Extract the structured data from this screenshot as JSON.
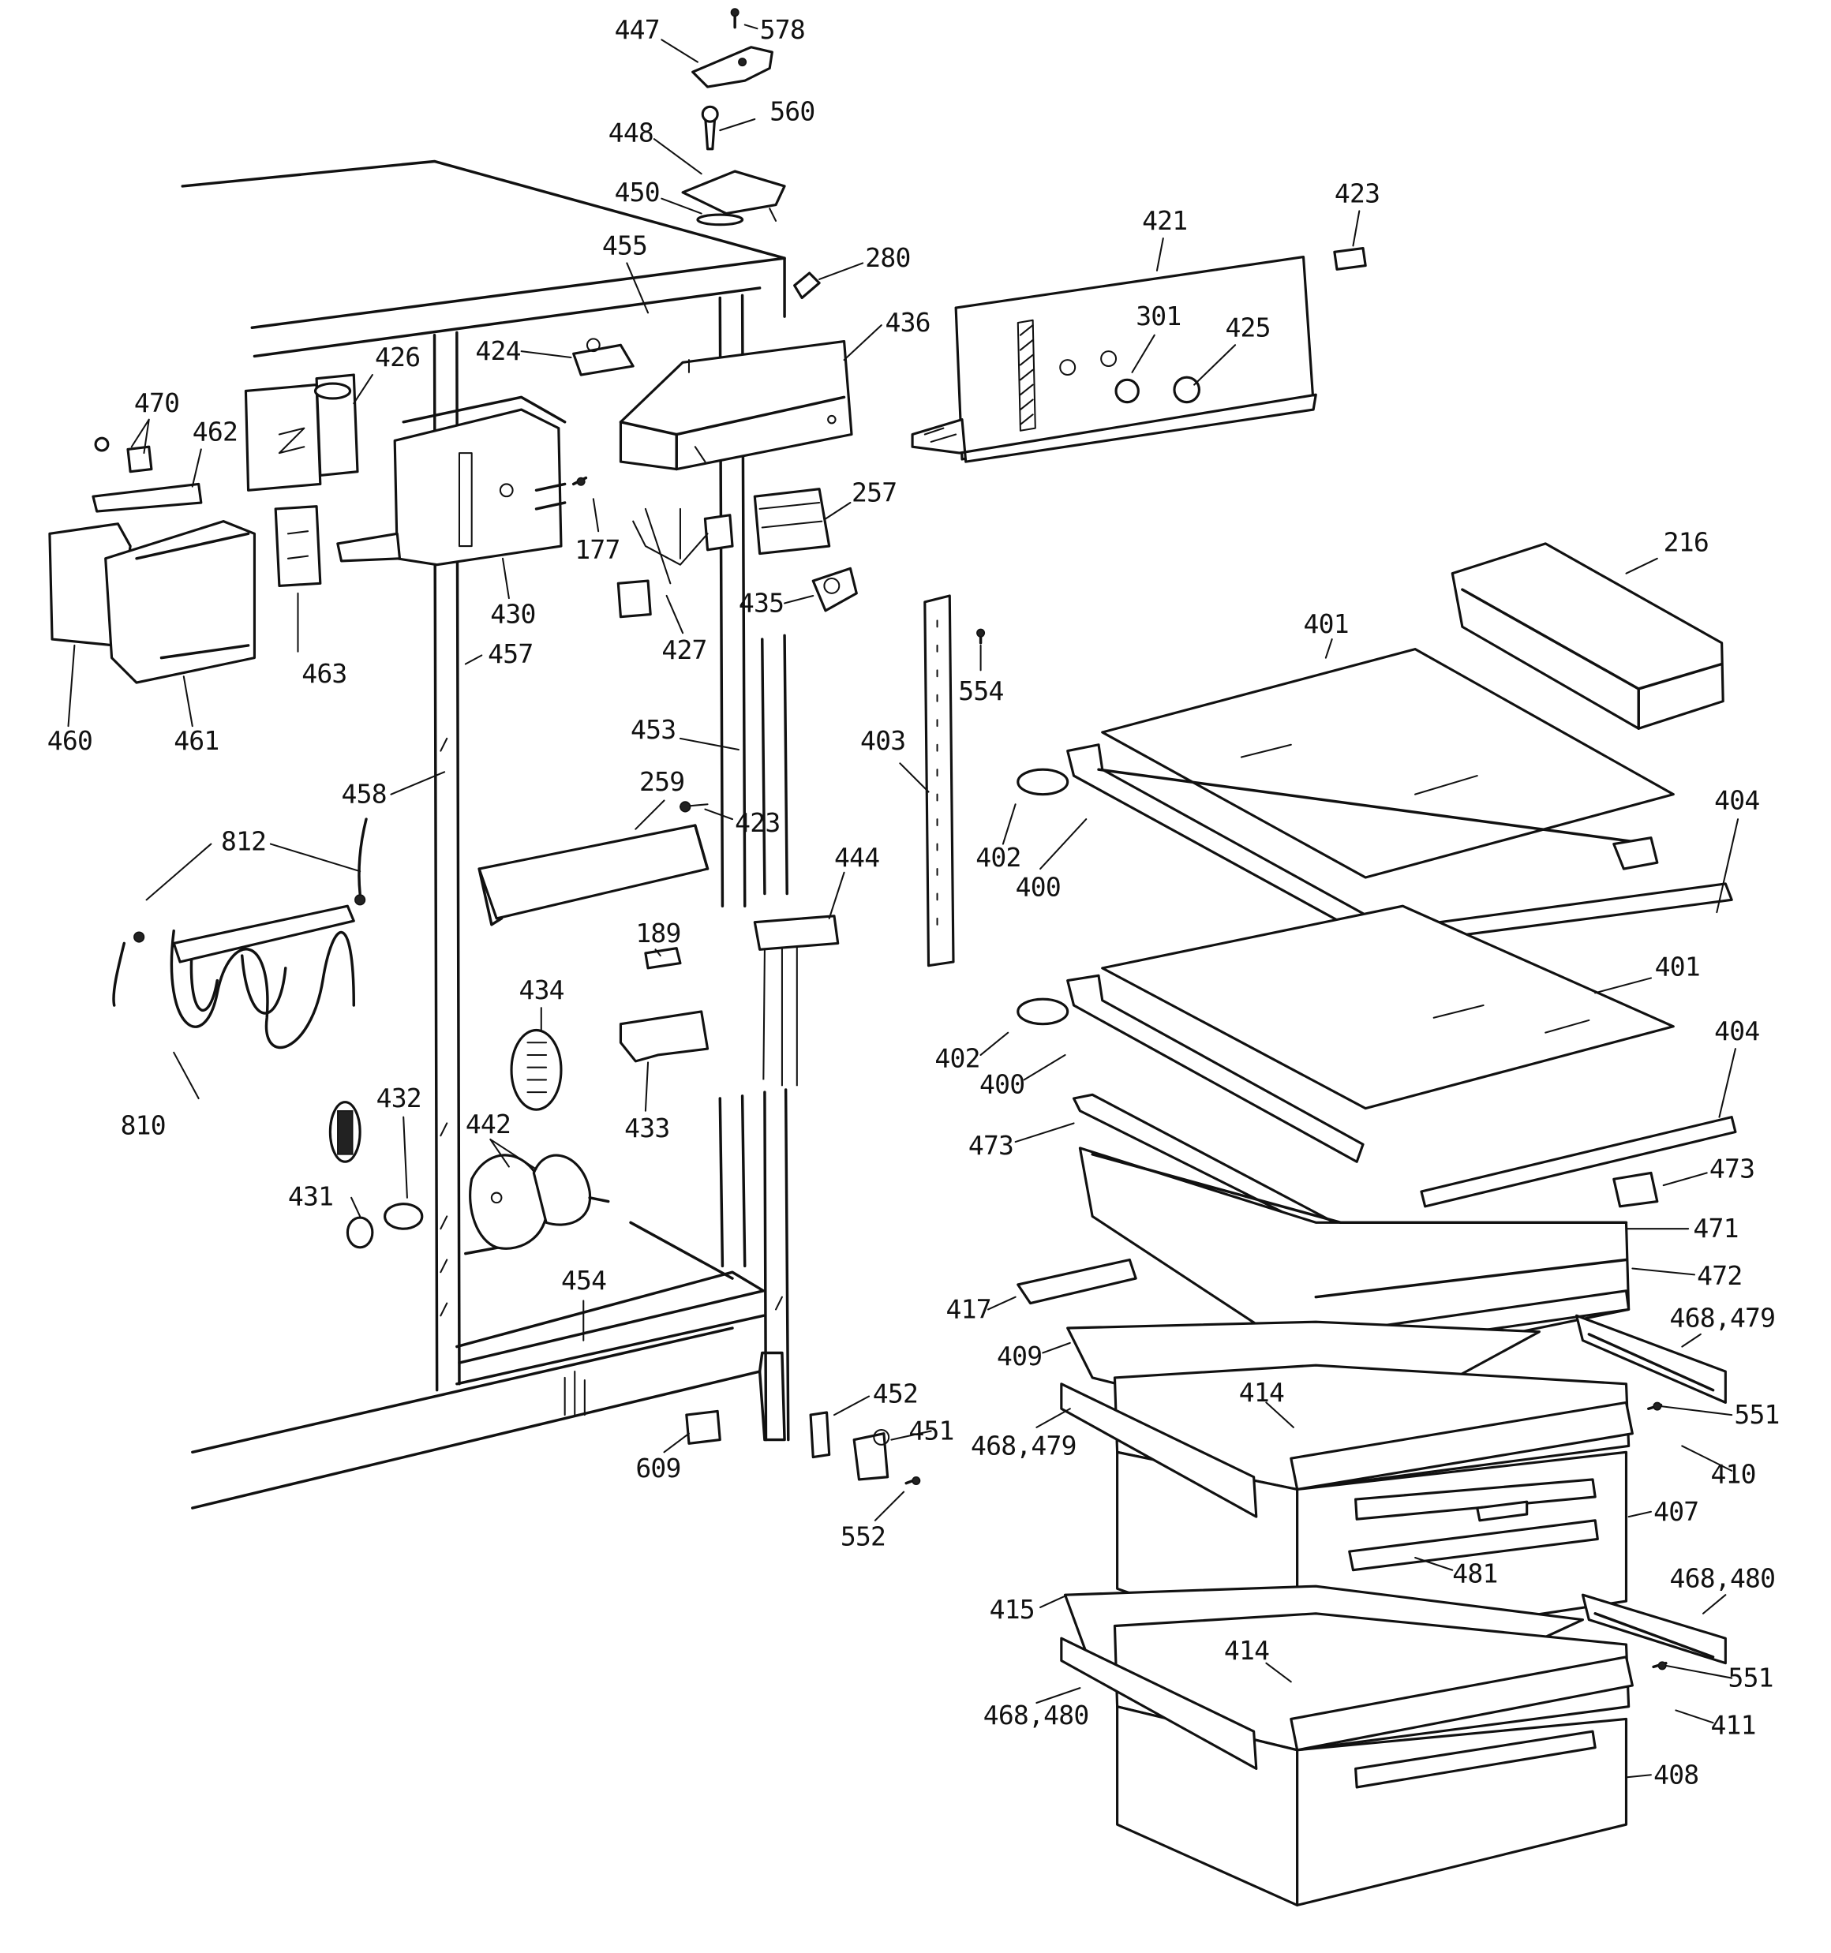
{
  "diagram": {
    "labels": [
      "447",
      "578",
      "448",
      "560",
      "450",
      "455",
      "280",
      "421",
      "423",
      "436",
      "424",
      "426",
      "301",
      "425",
      "470",
      "462",
      "177",
      "257",
      "430",
      "216",
      "427",
      "435",
      "463",
      "457",
      "401",
      "554",
      "460",
      "461",
      "453",
      "403",
      "458",
      "259",
      "423",
      "404",
      "812",
      "402",
      "400",
      "444",
      "401",
      "189",
      "434",
      "402",
      "400",
      "404",
      "810",
      "432",
      "433",
      "473",
      "442",
      "473",
      "431",
      "471",
      "454",
      "472",
      "417",
      "468,479",
      "409",
      "414",
      "551",
      "452",
      "468,479",
      "451",
      "410",
      "609",
      "407",
      "552",
      "481",
      "468,480",
      "415",
      "414",
      "551",
      "468,480",
      "411",
      "408"
    ]
  }
}
